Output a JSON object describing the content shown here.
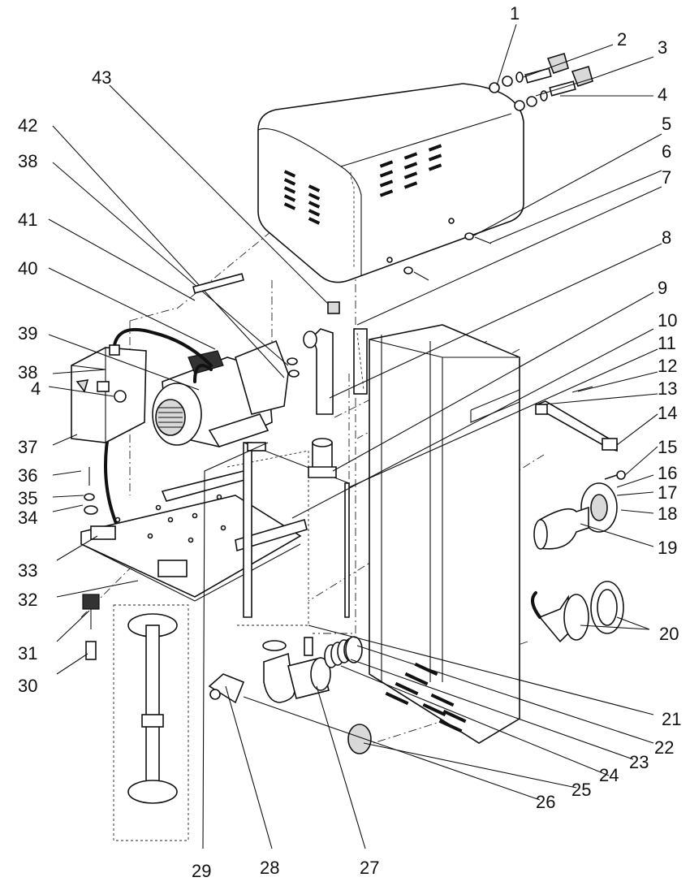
{
  "callouts": [
    {
      "id": "1",
      "text": "1"
    },
    {
      "id": "2",
      "text": "2"
    },
    {
      "id": "3",
      "text": "3"
    },
    {
      "id": "4a",
      "text": "4"
    },
    {
      "id": "5",
      "text": "5"
    },
    {
      "id": "6",
      "text": "6"
    },
    {
      "id": "7",
      "text": "7"
    },
    {
      "id": "8",
      "text": "8"
    },
    {
      "id": "9",
      "text": "9"
    },
    {
      "id": "10",
      "text": "10"
    },
    {
      "id": "11",
      "text": "11"
    },
    {
      "id": "12",
      "text": "12"
    },
    {
      "id": "13",
      "text": "13"
    },
    {
      "id": "14",
      "text": "14"
    },
    {
      "id": "15",
      "text": "15"
    },
    {
      "id": "16",
      "text": "16"
    },
    {
      "id": "17",
      "text": "17"
    },
    {
      "id": "18",
      "text": "18"
    },
    {
      "id": "19",
      "text": "19"
    },
    {
      "id": "20",
      "text": "20"
    },
    {
      "id": "21",
      "text": "21"
    },
    {
      "id": "22",
      "text": "22"
    },
    {
      "id": "23",
      "text": "23"
    },
    {
      "id": "24",
      "text": "24"
    },
    {
      "id": "25",
      "text": "25"
    },
    {
      "id": "26",
      "text": "26"
    },
    {
      "id": "27",
      "text": "27"
    },
    {
      "id": "28",
      "text": "28"
    },
    {
      "id": "29",
      "text": "29"
    },
    {
      "id": "30",
      "text": "30"
    },
    {
      "id": "31",
      "text": "31"
    },
    {
      "id": "32",
      "text": "32"
    },
    {
      "id": "33",
      "text": "33"
    },
    {
      "id": "34",
      "text": "34"
    },
    {
      "id": "35",
      "text": "35"
    },
    {
      "id": "36",
      "text": "36"
    },
    {
      "id": "37",
      "text": "37"
    },
    {
      "id": "4b",
      "text": "4"
    },
    {
      "id": "38a",
      "text": "38"
    },
    {
      "id": "39",
      "text": "39"
    },
    {
      "id": "40",
      "text": "40"
    },
    {
      "id": "41",
      "text": "41"
    },
    {
      "id": "38b",
      "text": "38"
    },
    {
      "id": "42",
      "text": "42"
    },
    {
      "id": "43",
      "text": "43"
    }
  ]
}
